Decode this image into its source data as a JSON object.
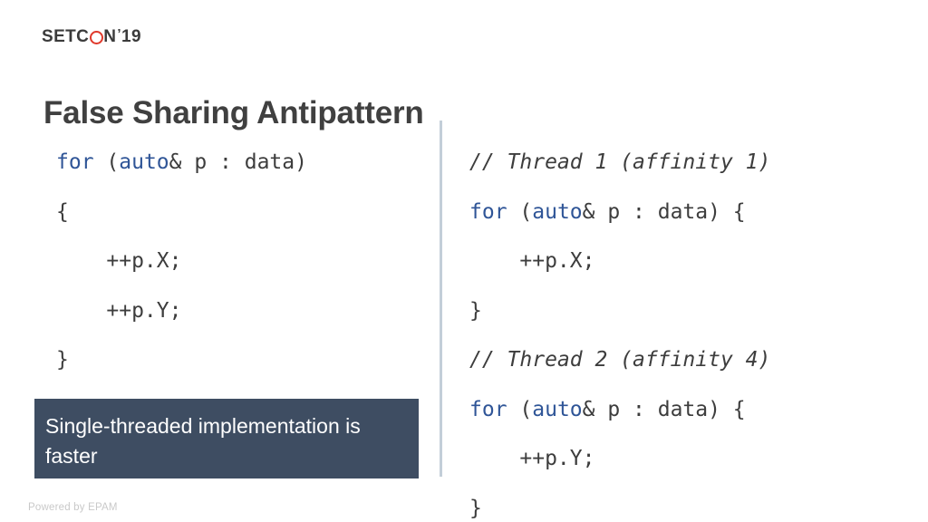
{
  "brand": {
    "logo_pre": "SETC",
    "logo_o": "O",
    "logo_post": "N",
    "logo_tick": "’",
    "logo_year": "19",
    "logo_full": "SETCON'19",
    "accent_color": "#e0392b",
    "text_color": "#3b3b3b"
  },
  "slide": {
    "title": "False Sharing Antipattern",
    "title_color": "#404040",
    "background": "#ffffff",
    "divider_color": "#c3ced8"
  },
  "left_code": {
    "name": "single-threaded-loop",
    "keyword_color": "#2f5597",
    "plain_color": "#3d3d3d",
    "lines": [
      [
        {
          "t": "for",
          "k": "kw"
        },
        {
          "t": " (",
          "k": "plain"
        },
        {
          "t": "auto",
          "k": "kw"
        },
        {
          "t": "& p : data)",
          "k": "plain"
        }
      ],
      [
        {
          "t": "{",
          "k": "plain"
        }
      ],
      [
        {
          "t": "    ++p.X;",
          "k": "plain"
        }
      ],
      [
        {
          "t": "    ++p.Y;",
          "k": "plain"
        }
      ],
      [
        {
          "t": "}",
          "k": "plain"
        }
      ]
    ]
  },
  "right_code": {
    "name": "two-thread-loops",
    "keyword_color": "#2f5597",
    "plain_color": "#3d3d3d",
    "lines": [
      [
        {
          "t": "// Thread 1 (affinity 1)",
          "k": "cmt"
        }
      ],
      [
        {
          "t": "for",
          "k": "kw"
        },
        {
          "t": " (",
          "k": "plain"
        },
        {
          "t": "auto",
          "k": "kw"
        },
        {
          "t": "& p : data) {",
          "k": "plain"
        }
      ],
      [
        {
          "t": "    ++p.X;",
          "k": "plain"
        }
      ],
      [
        {
          "t": "}",
          "k": "plain"
        }
      ],
      [
        {
          "t": "// Thread 2 (affinity 4)",
          "k": "cmt"
        }
      ],
      [
        {
          "t": "for",
          "k": "kw"
        },
        {
          "t": " (",
          "k": "plain"
        },
        {
          "t": "auto",
          "k": "kw"
        },
        {
          "t": "& p : data) {",
          "k": "plain"
        }
      ],
      [
        {
          "t": "    ++p.Y;",
          "k": "plain"
        }
      ],
      [
        {
          "t": "}",
          "k": "plain"
        }
      ]
    ]
  },
  "callout": {
    "text": "Single-threaded implementation is faster",
    "background": "#3e4d62",
    "text_color": "#ffffff"
  },
  "footer": {
    "text": "Powered by EPAM",
    "color": "#c9c9c9"
  }
}
